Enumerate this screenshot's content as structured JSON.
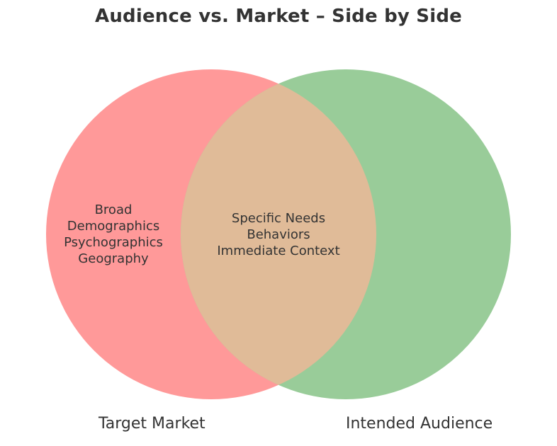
{
  "title": "Audience vs. Market – Side by Side",
  "colors": {
    "left_circle": "#ff9999",
    "right_circle": "#99cc99",
    "overlap": "#e0bb98",
    "text": "#333333",
    "background": "#ffffff"
  },
  "chart_data": {
    "type": "venn",
    "title": "Audience vs. Market – Side by Side",
    "sets": [
      {
        "name": "Target Market",
        "color": "#ff9999",
        "only_items": [
          "Broad",
          "Demographics",
          "Psychographics",
          "Geography"
        ]
      },
      {
        "name": "Intended Audience",
        "color": "#99cc99",
        "only_items": []
      }
    ],
    "intersection": {
      "items": [
        "Specific Needs",
        "Behaviors",
        "Immediate Context"
      ],
      "color": "#e0bb98"
    }
  },
  "left_set": {
    "label": "Target Market",
    "lines": [
      "Broad",
      "Demographics",
      "Psychographics",
      "Geography"
    ]
  },
  "right_set": {
    "label": "Intended Audience"
  },
  "overlap": {
    "lines": [
      "Specific Needs",
      "Behaviors",
      "Immediate Context"
    ]
  }
}
